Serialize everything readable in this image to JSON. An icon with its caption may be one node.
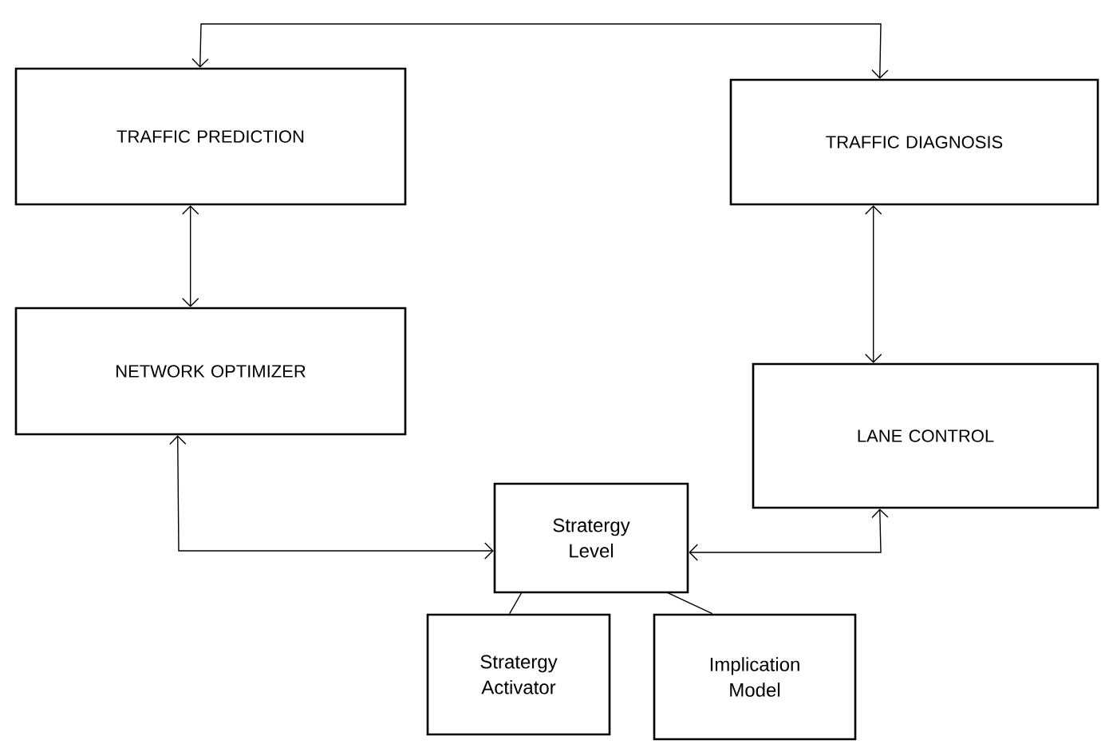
{
  "diagram": {
    "nodes": [
      {
        "text": [
          "TRAFFIC PREDICTION"
        ]
      },
      {
        "text": [
          "TRAFFIC DIAGNOSIS"
        ]
      },
      {
        "text": [
          "NETWORK  OPTIMIZER"
        ]
      },
      {
        "text": [
          "LANE CONTROL"
        ]
      },
      {
        "text": [
          "Stratergy Level"
        ]
      },
      {
        "text": [
          "Stratergy Activator"
        ]
      },
      {
        "text": [
          "Implication Model"
        ]
      }
    ],
    "edges": [
      {
        "from": 0,
        "to": 1,
        "arrow": "both"
      },
      {
        "from": 0,
        "to": 2,
        "arrow": "both"
      },
      {
        "from": 1,
        "to": 3,
        "arrow": "both"
      },
      {
        "from": 2,
        "to": 4,
        "arrow": "both"
      },
      {
        "from": 4,
        "to": 3,
        "arrow": "both"
      },
      {
        "from": 4,
        "to": 5,
        "arrow": "none"
      },
      {
        "from": 4,
        "to": 6,
        "arrow": "none"
      }
    ]
  }
}
